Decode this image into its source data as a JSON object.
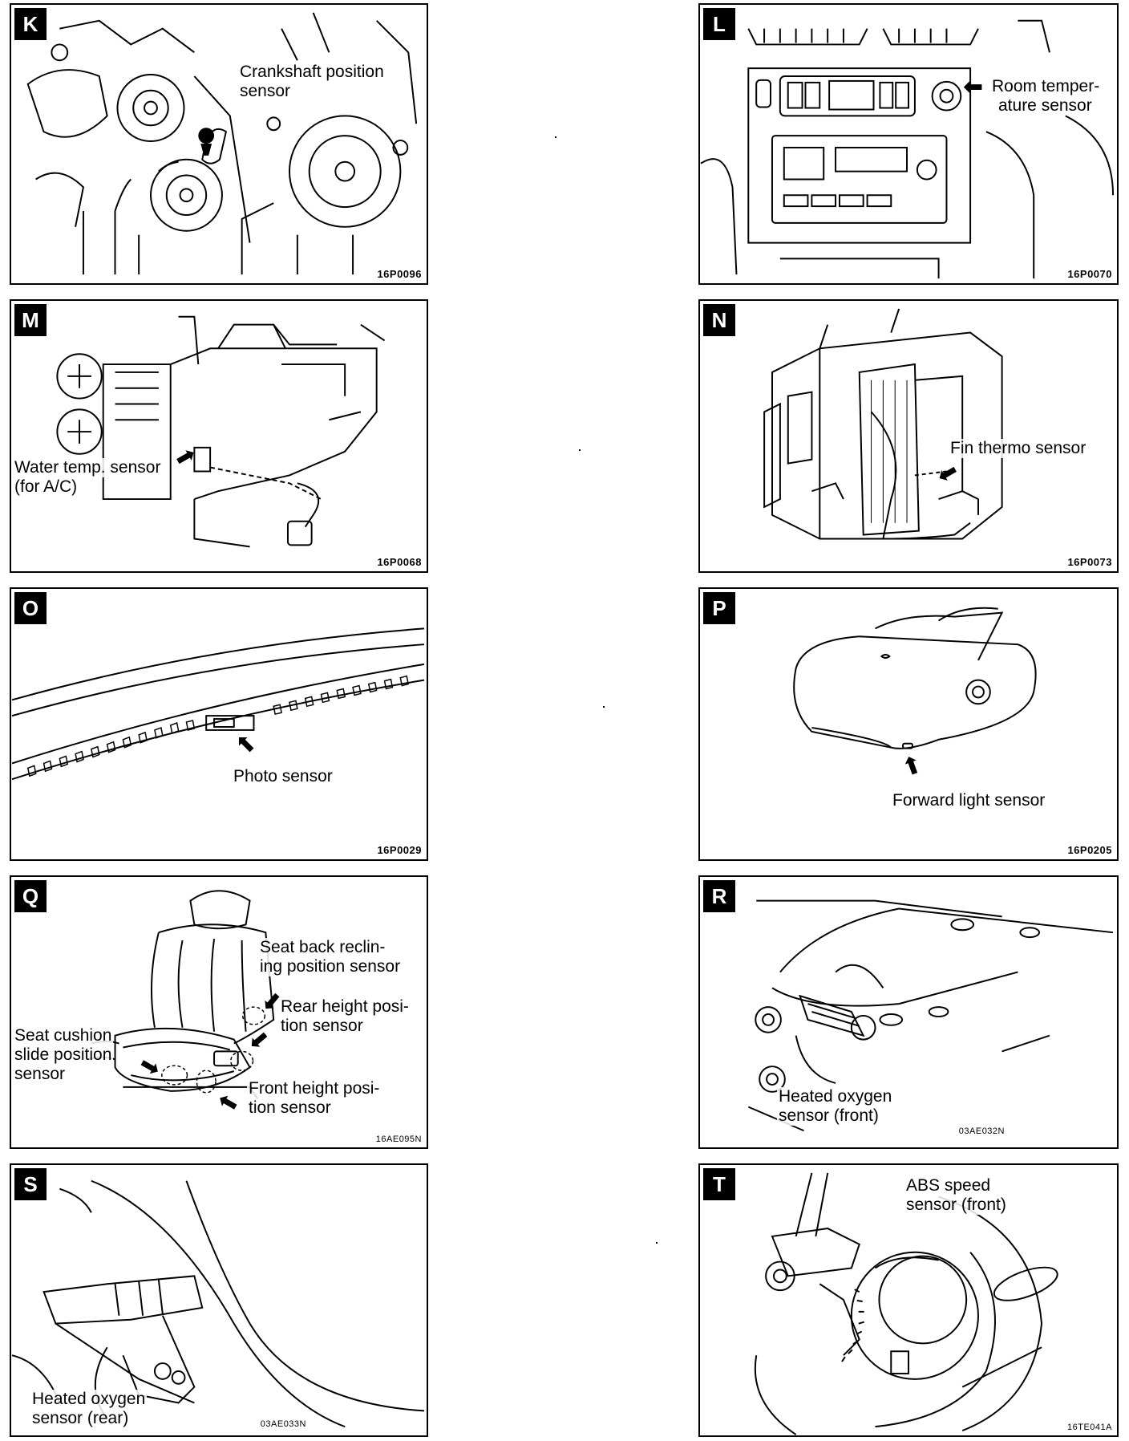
{
  "panels": {
    "K": {
      "letter": "K",
      "label_line1": "Crankshaft   position",
      "label_line2": "sensor",
      "code": "16P0096"
    },
    "L": {
      "letter": "L",
      "label_line1": "Room  temper-",
      "label_line2": "ature sensor",
      "code": "16P0070"
    },
    "M": {
      "letter": "M",
      "label_line1": "Water temp. sensor",
      "label_line2": "(for A/C)",
      "code": "16P0068"
    },
    "N": {
      "letter": "N",
      "label_line1": "Fin thermo sensor",
      "code": "16P0073"
    },
    "O": {
      "letter": "O",
      "label_line1": "Photo sensor",
      "code": "16P0029"
    },
    "P": {
      "letter": "P",
      "label_line1": "Forward light sensor",
      "code": "16P0205"
    },
    "Q": {
      "letter": "Q",
      "seat_back_line1": "Seat  back  reclin-",
      "seat_back_line2": "ing position sensor",
      "rear_height_line1": "Rear height posi-",
      "rear_height_line2": "tion sensor",
      "cushion_line1": "Seat cushion",
      "cushion_line2": "slide position",
      "cushion_line3": "sensor",
      "front_height_line1": "Front height posi-",
      "front_height_line2": "tion sensor",
      "code": "16AE095N"
    },
    "R": {
      "letter": "R",
      "label_line1": "Heated oxygen",
      "label_line2": "sensor (front)",
      "code": "03AE032N"
    },
    "S": {
      "letter": "S",
      "label_line1": "Heated oxygen",
      "label_line2": "sensor (rear)",
      "code": "03AE033N"
    },
    "T": {
      "letter": "T",
      "label_line1": "ABS speed",
      "label_line2": "sensor (front)",
      "code": "16TE041A"
    }
  }
}
